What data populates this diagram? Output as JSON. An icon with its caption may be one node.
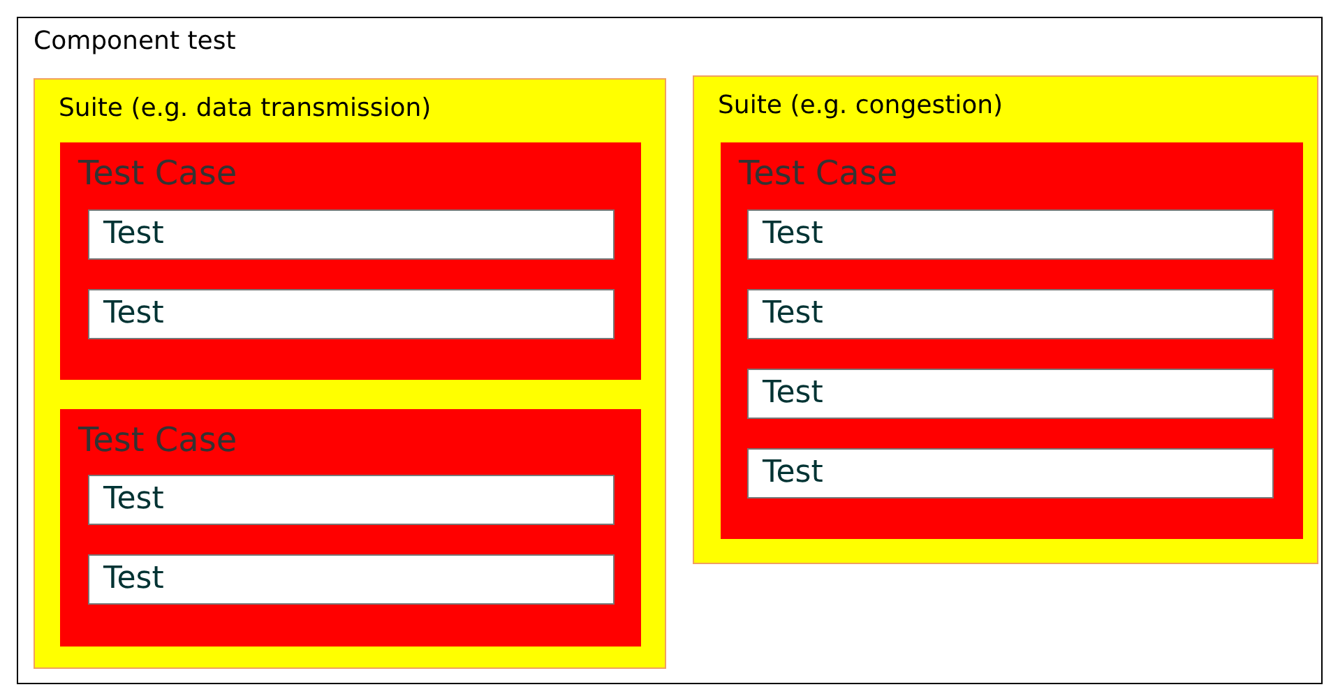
{
  "diagram": {
    "nodes": [
      {
        "text": [
          "Component test"
        ]
      },
      {
        "text": [
          "Suite (e.g. data transmission)"
        ],
        "in": 0
      },
      {
        "text": [
          "Test Case"
        ],
        "in": 1
      },
      {
        "text": [
          "Test"
        ],
        "in": 2
      },
      {
        "text": [
          "Test"
        ],
        "in": 2
      },
      {
        "text": [
          "Test Case"
        ],
        "in": 1
      },
      {
        "text": [
          "Test"
        ],
        "in": 5
      },
      {
        "text": [
          "Test"
        ],
        "in": 5
      },
      {
        "text": [
          "Suite (e.g. congestion)"
        ],
        "in": 0
      },
      {
        "text": [
          "Test Case"
        ],
        "in": 8
      },
      {
        "text": [
          "Test"
        ],
        "in": 9
      },
      {
        "text": [
          "Test"
        ],
        "in": 9
      },
      {
        "text": [
          "Test"
        ],
        "in": 9
      },
      {
        "text": [
          "Test"
        ],
        "in": 9
      }
    ]
  }
}
